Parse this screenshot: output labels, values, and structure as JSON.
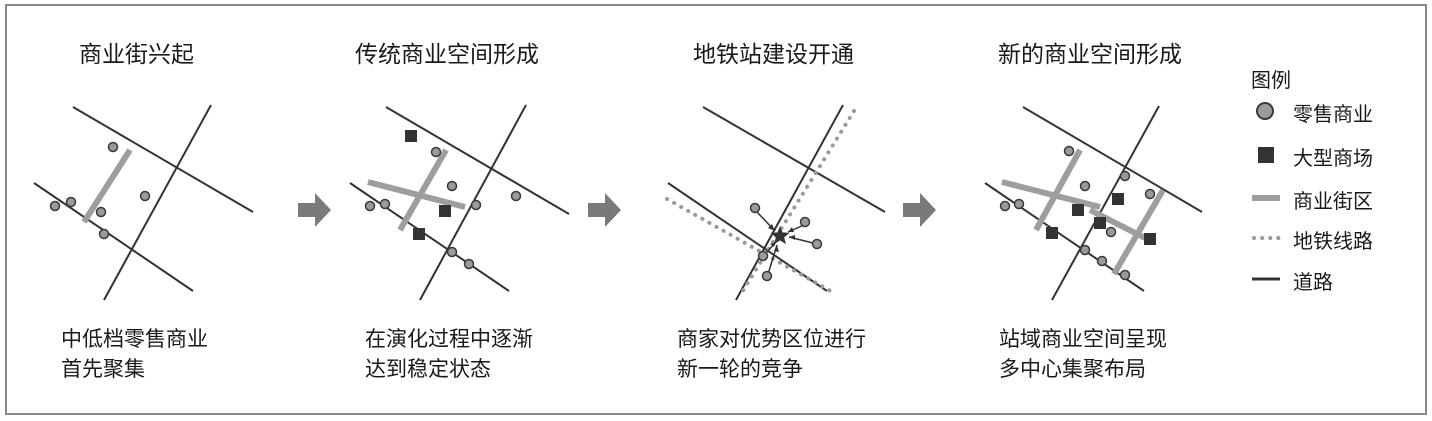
{
  "stages": [
    {
      "title": "商业街兴起",
      "caption": [
        "中低档零售商业",
        "首先聚集"
      ]
    },
    {
      "title": "传统商业空间形成",
      "caption": [
        "在演化过程中逐渐",
        "达到稳定状态"
      ]
    },
    {
      "title": "地铁站建设开通",
      "caption": [
        "商家对优势区位进行",
        "新一轮的竞争"
      ]
    },
    {
      "title": "新的商业空间形成",
      "caption": [
        "站域商业空间呈现",
        "多中心集聚布局"
      ]
    }
  ],
  "legend": {
    "title": "图例",
    "items": [
      {
        "label": "零售商业",
        "icon": "circle-icon"
      },
      {
        "label": "大型商场",
        "icon": "square-icon"
      },
      {
        "label": "商业街区",
        "icon": "thick-line-icon"
      },
      {
        "label": "地铁线路",
        "icon": "dotted-line-icon"
      },
      {
        "label": "道路",
        "icon": "line-icon"
      }
    ]
  },
  "colors": {
    "road": "#333333",
    "street": "#9e9e9e",
    "retail_fill": "#9a9a9a",
    "retail_stroke": "#3a3a3a",
    "mall": "#333333",
    "arrow": "#7a7a7a",
    "metro": "#9a9a9a"
  }
}
